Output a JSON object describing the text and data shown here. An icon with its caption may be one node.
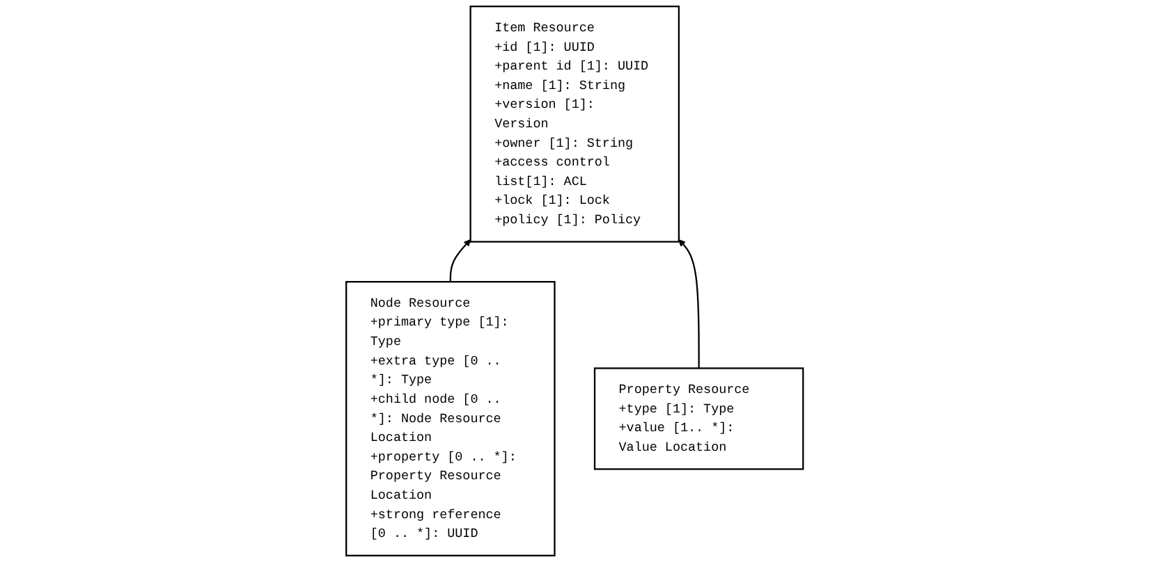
{
  "diagram": {
    "nodes": [
      {
        "text": [
          "Item Resource",
          "+id [1]: UUID",
          "+parent id [1]: UUID",
          "+name [1]: String",
          "+version [1]: Version",
          "+owner [1]: String",
          "+access control list[1]: ACL",
          "+lock [1]: Lock",
          "+policy [1]: Policy"
        ]
      },
      {
        "text": [
          "Node Resource",
          "+primary type [1]: Type",
          "+extra type [0 .. *]: Type",
          "+child node [0 .. *]: Node Resource Location",
          "+property [0 .. *]: Property Resource Location",
          "+strong reference [0 .. *]: UUID"
        ]
      },
      {
        "text": [
          "Property Resource",
          "+type [1]: Type",
          "+value [1.. *]: Value Location"
        ]
      }
    ],
    "edges": [
      {
        "from": 1,
        "to": 0,
        "arrow": "to"
      },
      {
        "from": 2,
        "to": 0,
        "arrow": "to"
      }
    ]
  }
}
